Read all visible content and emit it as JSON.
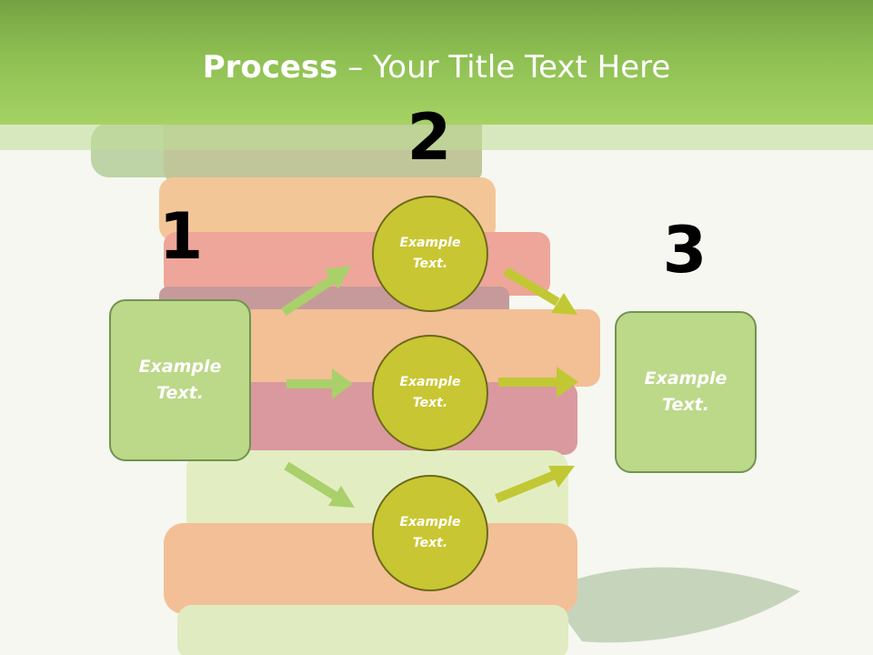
{
  "title": {
    "bold": "Process",
    "rest": " – Your Title Text Here"
  },
  "steps": [
    {
      "number": "1",
      "text": "Example\nText."
    },
    {
      "number": "2",
      "text": "Example\nText."
    },
    {
      "number": "3",
      "text": "Example\nText."
    }
  ],
  "circles": [
    {
      "text": "Example\nText."
    },
    {
      "text": "Example\nText."
    },
    {
      "text": "Example\nText."
    }
  ],
  "colors": {
    "header": "#8ebf52",
    "box_fill": "#bcd889",
    "box_border": "#6f9450",
    "circle_fill": "#c9c633",
    "circle_border": "#6c6a1c",
    "arrow_left": "#a9d06a",
    "arrow_right": "#c2c833"
  }
}
